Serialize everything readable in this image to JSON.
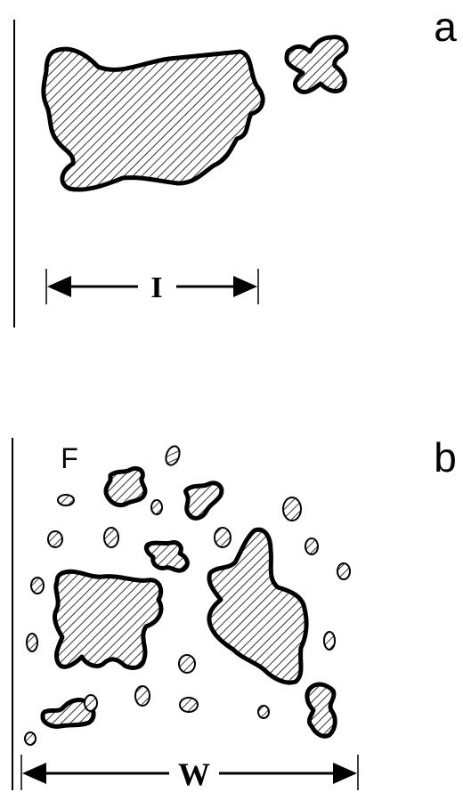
{
  "panels": {
    "a": {
      "label": "a",
      "dimension_label": "I"
    },
    "b": {
      "label": "b",
      "corner_label": "F",
      "dimension_label": "W"
    }
  },
  "colors": {
    "ink": "#000000",
    "background": "#ffffff"
  },
  "icons": {
    "arrow_left": "arrow-left-icon",
    "arrow_right": "arrow-right-icon"
  }
}
